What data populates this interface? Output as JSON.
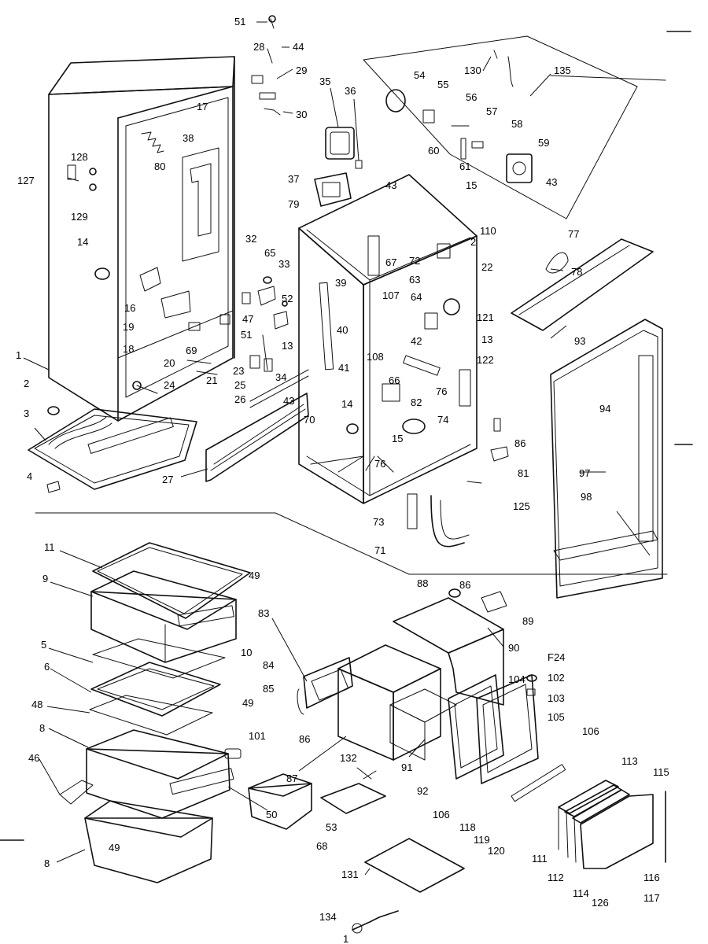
{
  "diagram": {
    "callouts": [
      {
        "id": "c51",
        "text": "51"
      },
      {
        "id": "c28",
        "text": "28"
      },
      {
        "id": "c44",
        "text": "44"
      },
      {
        "id": "c29",
        "text": "29"
      },
      {
        "id": "c30",
        "text": "30"
      },
      {
        "id": "c35",
        "text": "35"
      },
      {
        "id": "c36",
        "text": "36"
      },
      {
        "id": "c17",
        "text": "17"
      },
      {
        "id": "c38",
        "text": "38"
      },
      {
        "id": "c80",
        "text": "80"
      },
      {
        "id": "c128",
        "text": "128"
      },
      {
        "id": "c127",
        "text": "127"
      },
      {
        "id": "c129",
        "text": "129"
      },
      {
        "id": "c14a",
        "text": "14"
      },
      {
        "id": "c16",
        "text": "16"
      },
      {
        "id": "c19",
        "text": "19"
      },
      {
        "id": "c18",
        "text": "18"
      },
      {
        "id": "c20",
        "text": "20"
      },
      {
        "id": "c21",
        "text": "21"
      },
      {
        "id": "c24",
        "text": "24"
      },
      {
        "id": "c1a",
        "text": "1"
      },
      {
        "id": "c2",
        "text": "2"
      },
      {
        "id": "c3",
        "text": "3"
      },
      {
        "id": "c4",
        "text": "4"
      },
      {
        "id": "c37",
        "text": "37"
      },
      {
        "id": "c79",
        "text": "79"
      },
      {
        "id": "c32",
        "text": "32"
      },
      {
        "id": "c65",
        "text": "65"
      },
      {
        "id": "c33",
        "text": "33"
      },
      {
        "id": "c39",
        "text": "39"
      },
      {
        "id": "c52",
        "text": "52"
      },
      {
        "id": "c47",
        "text": "47"
      },
      {
        "id": "c40",
        "text": "40"
      },
      {
        "id": "c69",
        "text": "69"
      },
      {
        "id": "c51b",
        "text": "51"
      },
      {
        "id": "c13a",
        "text": "13"
      },
      {
        "id": "c41",
        "text": "41"
      },
      {
        "id": "c23",
        "text": "23"
      },
      {
        "id": "c25",
        "text": "25"
      },
      {
        "id": "c34",
        "text": "34"
      },
      {
        "id": "c26",
        "text": "26"
      },
      {
        "id": "c43a",
        "text": "43"
      },
      {
        "id": "c70",
        "text": "70"
      },
      {
        "id": "c27",
        "text": "27"
      },
      {
        "id": "c14b",
        "text": "14"
      },
      {
        "id": "c15a",
        "text": "15"
      },
      {
        "id": "c76a",
        "text": "76"
      },
      {
        "id": "c73",
        "text": "73"
      },
      {
        "id": "c71",
        "text": "71"
      },
      {
        "id": "c43b",
        "text": "43"
      },
      {
        "id": "c2b",
        "text": "2"
      },
      {
        "id": "c67",
        "text": "67"
      },
      {
        "id": "c107",
        "text": "107"
      },
      {
        "id": "c72",
        "text": "72"
      },
      {
        "id": "c63",
        "text": "63"
      },
      {
        "id": "c64",
        "text": "64"
      },
      {
        "id": "c22",
        "text": "22"
      },
      {
        "id": "c121",
        "text": "121"
      },
      {
        "id": "c42",
        "text": "42"
      },
      {
        "id": "c13b",
        "text": "13"
      },
      {
        "id": "c108",
        "text": "108"
      },
      {
        "id": "c122",
        "text": "122"
      },
      {
        "id": "c66",
        "text": "66"
      },
      {
        "id": "c82",
        "text": "82"
      },
      {
        "id": "c76b",
        "text": "76"
      },
      {
        "id": "c74",
        "text": "74"
      },
      {
        "id": "c54",
        "text": "54"
      },
      {
        "id": "c55",
        "text": "55"
      },
      {
        "id": "c56",
        "text": "56"
      },
      {
        "id": "c57",
        "text": "57"
      },
      {
        "id": "c58",
        "text": "58"
      },
      {
        "id": "c60",
        "text": "60"
      },
      {
        "id": "c59",
        "text": "59"
      },
      {
        "id": "c61",
        "text": "61"
      },
      {
        "id": "c15b",
        "text": "15"
      },
      {
        "id": "c43c",
        "text": "43"
      },
      {
        "id": "c130",
        "text": "130"
      },
      {
        "id": "c135",
        "text": "135"
      },
      {
        "id": "c110",
        "text": "110"
      },
      {
        "id": "c77",
        "text": "77"
      },
      {
        "id": "c78",
        "text": "78"
      },
      {
        "id": "c93",
        "text": "93"
      },
      {
        "id": "c86a",
        "text": "86"
      },
      {
        "id": "c81",
        "text": "81"
      },
      {
        "id": "c125",
        "text": "125"
      },
      {
        "id": "c94",
        "text": "94"
      },
      {
        "id": "c97",
        "text": "97"
      },
      {
        "id": "c98",
        "text": "98"
      },
      {
        "id": "c11",
        "text": "11"
      },
      {
        "id": "c49a",
        "text": "49"
      },
      {
        "id": "c9",
        "text": "9"
      },
      {
        "id": "c10",
        "text": "10"
      },
      {
        "id": "c5",
        "text": "5"
      },
      {
        "id": "c6",
        "text": "6"
      },
      {
        "id": "c48",
        "text": "48"
      },
      {
        "id": "c49b",
        "text": "49"
      },
      {
        "id": "c8a",
        "text": "8"
      },
      {
        "id": "c46",
        "text": "46"
      },
      {
        "id": "c101",
        "text": "101"
      },
      {
        "id": "c50",
        "text": "50"
      },
      {
        "id": "c49c",
        "text": "49"
      },
      {
        "id": "c8b",
        "text": "8"
      },
      {
        "id": "c83",
        "text": "83"
      },
      {
        "id": "c84",
        "text": "84"
      },
      {
        "id": "c85",
        "text": "85"
      },
      {
        "id": "c86b",
        "text": "86"
      },
      {
        "id": "c87",
        "text": "87"
      },
      {
        "id": "c132",
        "text": "132"
      },
      {
        "id": "c53",
        "text": "53"
      },
      {
        "id": "c68",
        "text": "68"
      },
      {
        "id": "c88",
        "text": "88"
      },
      {
        "id": "c86c",
        "text": "86"
      },
      {
        "id": "c89",
        "text": "89"
      },
      {
        "id": "c90",
        "text": "90"
      },
      {
        "id": "c124",
        "text": "F24"
      },
      {
        "id": "c102",
        "text": "102"
      },
      {
        "id": "c103",
        "text": "103"
      },
      {
        "id": "c104",
        "text": "104"
      },
      {
        "id": "c105",
        "text": "105"
      },
      {
        "id": "c106a",
        "text": "106"
      },
      {
        "id": "c113",
        "text": "113"
      },
      {
        "id": "c115",
        "text": "115"
      },
      {
        "id": "c91",
        "text": "91"
      },
      {
        "id": "c92",
        "text": "92"
      },
      {
        "id": "c106b",
        "text": "106"
      },
      {
        "id": "c118",
        "text": "118"
      },
      {
        "id": "c119",
        "text": "119"
      },
      {
        "id": "c120",
        "text": "120"
      },
      {
        "id": "c111",
        "text": "111"
      },
      {
        "id": "c112",
        "text": "112"
      },
      {
        "id": "c114",
        "text": "114"
      },
      {
        "id": "c126",
        "text": "126"
      },
      {
        "id": "c116",
        "text": "116"
      },
      {
        "id": "c117",
        "text": "117"
      },
      {
        "id": "c131",
        "text": "131"
      },
      {
        "id": "c134",
        "text": "134"
      },
      {
        "id": "c1b",
        "text": "1"
      }
    ]
  }
}
